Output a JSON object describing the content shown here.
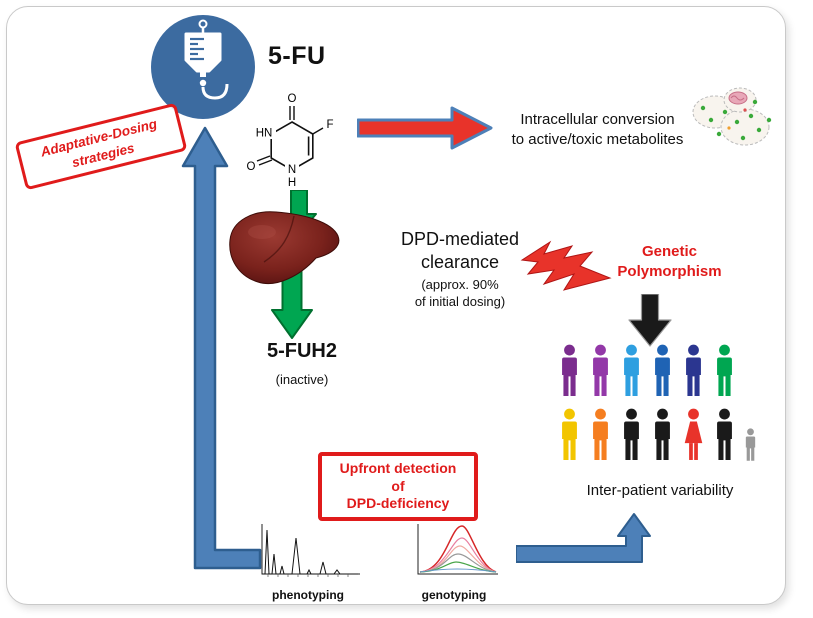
{
  "stamp": {
    "line1": "Adaptative-Dosing",
    "line2": "strategies"
  },
  "drug": {
    "name": "5-FU"
  },
  "molecule": {
    "o_top": "O",
    "f": "F",
    "hn": "HN",
    "o_left": "O",
    "n": "N",
    "h": "H"
  },
  "conversion": {
    "line1": "Intracellular conversion",
    "line2": "to active/toxic metabolites"
  },
  "clearance": {
    "line1": "DPD-mediated",
    "line2": "clearance",
    "note1": "(approx. 90%",
    "note2": "of initial dosing)"
  },
  "polymorphism": {
    "line1": "Genetic",
    "line2": "Polymorphism"
  },
  "metabolite": {
    "name": "5-FUH2",
    "note": "(inactive)"
  },
  "detection": {
    "line1": "Upfront detection",
    "line2": "of",
    "line3": "DPD-deficiency"
  },
  "charts": {
    "phenotyping_label": "phenotyping",
    "genotyping_label": "genotyping"
  },
  "people": {
    "caption": "Inter-patient variability",
    "rows": [
      [
        {
          "color": "#7b2d8e",
          "type": "male"
        },
        {
          "color": "#9338a8",
          "type": "male"
        },
        {
          "color": "#2e9fe0",
          "type": "male"
        },
        {
          "color": "#1f63b4",
          "type": "male"
        },
        {
          "color": "#2b3690",
          "type": "male"
        },
        {
          "color": "#00a651",
          "type": "male"
        }
      ],
      [
        {
          "color": "#f2c500",
          "type": "male"
        },
        {
          "color": "#f57e20",
          "type": "male"
        },
        {
          "color": "#1a1a1a",
          "type": "male"
        },
        {
          "color": "#1a1a1a",
          "type": "male"
        },
        {
          "color": "#e8332a",
          "type": "female"
        },
        {
          "color": "#1a1a1a",
          "type": "male"
        },
        {
          "color": "#999999",
          "type": "male",
          "small": true
        }
      ]
    ]
  },
  "colors": {
    "stamp_red": "#e01b1b",
    "accent_red": "#e8332a",
    "arrow_blue": "#4d80b8",
    "arrow_blue_border": "#2e5e8f",
    "green": "#00a651",
    "green_border": "#00702f",
    "circle_blue": "#3c6ba0",
    "black": "#1a1a1a"
  }
}
